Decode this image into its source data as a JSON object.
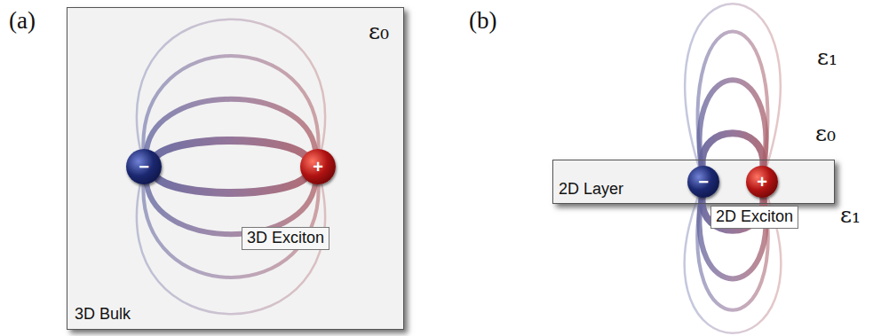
{
  "diagram": {
    "nodes": [
      {
        "text": [
          "ε₀",
          "3D Bulk"
        ]
      },
      {
        "text": [
          "−"
        ],
        "in": 0
      },
      {
        "text": [
          "+"
        ],
        "in": 0
      },
      {
        "text": [
          "3D Exciton"
        ],
        "in": 0
      },
      {
        "text": [
          "2D Layer"
        ]
      },
      {
        "text": [
          "−"
        ],
        "in": 4
      },
      {
        "text": [
          "+"
        ],
        "in": 4
      },
      {
        "text": [
          "2D Exciton"
        ]
      }
    ],
    "edges": [
      {
        "from": 1,
        "to": 2,
        "arrow": "none"
      },
      {
        "from": 1,
        "to": 2,
        "arrow": "none"
      },
      {
        "from": 1,
        "to": 2,
        "arrow": "none"
      },
      {
        "from": 1,
        "to": 2,
        "arrow": "none"
      },
      {
        "from": 1,
        "to": 2,
        "arrow": "none"
      },
      {
        "from": 1,
        "to": 2,
        "arrow": "none"
      },
      {
        "from": 1,
        "to": 2,
        "arrow": "none"
      },
      {
        "from": 1,
        "to": 2,
        "arrow": "none"
      },
      {
        "from": 5,
        "to": 6,
        "arrow": "none"
      },
      {
        "from": 5,
        "to": 6,
        "arrow": "none"
      },
      {
        "from": 5,
        "to": 6,
        "arrow": "none"
      },
      {
        "from": 5,
        "to": 6,
        "arrow": "none"
      },
      {
        "from": 5,
        "to": 6,
        "arrow": "none"
      },
      {
        "from": 5,
        "to": 6,
        "arrow": "none"
      },
      {
        "from": 5,
        "to": 6,
        "arrow": "none"
      },
      {
        "from": 5,
        "to": 6,
        "arrow": "none"
      }
    ],
    "labels": [
      "(a)",
      "(b)",
      "ε₁",
      "ε₀",
      "ε₁"
    ]
  }
}
